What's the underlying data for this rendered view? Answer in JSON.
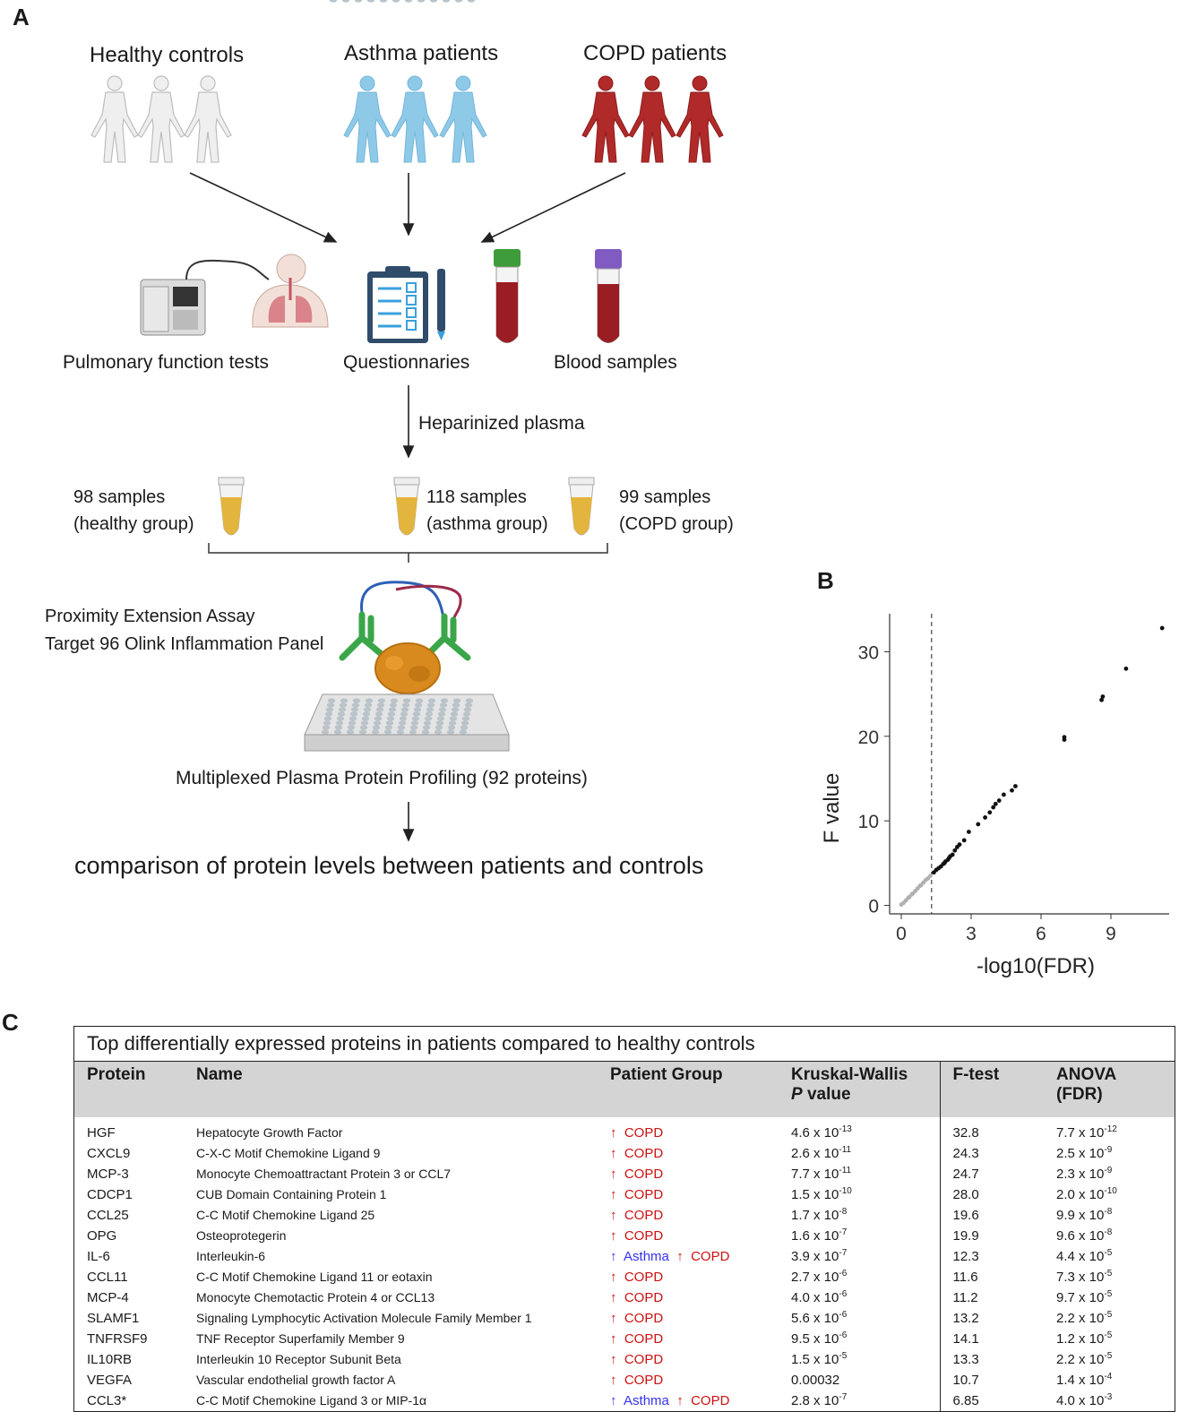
{
  "panelA": {
    "letter": "A",
    "groups": [
      {
        "label": "Healthy controls",
        "color": "#e6e6e6",
        "stroke": "#c8c8c8"
      },
      {
        "label": "Asthma patients",
        "color": "#8ec9e8",
        "stroke": "#6fb0d4"
      },
      {
        "label": "COPD patients",
        "color": "#b22c2c",
        "stroke": "#8f1e1e"
      }
    ],
    "collection": {
      "pulmonary": "Pulmonary function tests",
      "questionnaires": "Questionnaries",
      "blood": "Blood samples"
    },
    "plasma_label": "Heparinized plasma",
    "samples": [
      {
        "line1": "98 samples",
        "line2": "(healthy group)"
      },
      {
        "line1": "118 samples",
        "line2": "(asthma group)"
      },
      {
        "line1": "99 samples",
        "line2": "(COPD group)"
      }
    ],
    "assay_line1": "Proximity Extension Assay",
    "assay_line2": "Target 96 Olink Inflammation Panel",
    "profiling": "Multiplexed Plasma Protein Profiling (92 proteins)",
    "comparison": "comparison of protein levels between patients and controls"
  },
  "panelB": {
    "letter": "B"
  },
  "chart_data": {
    "type": "scatter",
    "xlabel": "-log10(FDR)",
    "ylabel": "F value",
    "xlim": [
      -0.5,
      11.5
    ],
    "ylim": [
      -1,
      34.5
    ],
    "xticks": [
      0,
      3,
      6,
      9
    ],
    "yticks": [
      0,
      10,
      20,
      30
    ],
    "threshold_x": 1.3,
    "grid": false,
    "series": [
      {
        "color": "#b0b0b0",
        "points": [
          [
            0.0,
            0.1
          ],
          [
            0.1,
            0.3
          ],
          [
            0.2,
            0.6
          ],
          [
            0.3,
            0.9
          ],
          [
            0.35,
            1.0
          ],
          [
            0.45,
            1.3
          ],
          [
            0.5,
            1.4
          ],
          [
            0.6,
            1.7
          ],
          [
            0.7,
            2.0
          ],
          [
            0.8,
            2.3
          ],
          [
            0.85,
            2.4
          ],
          [
            0.95,
            2.7
          ],
          [
            1.05,
            3.0
          ],
          [
            1.15,
            3.2
          ],
          [
            1.25,
            3.5
          ]
        ]
      },
      {
        "color": "#111111",
        "points": [
          [
            1.4,
            3.9
          ],
          [
            1.5,
            4.2
          ],
          [
            1.6,
            4.4
          ],
          [
            1.7,
            4.6
          ],
          [
            1.8,
            4.9
          ],
          [
            1.85,
            5.0
          ],
          [
            1.9,
            5.2
          ],
          [
            2.0,
            5.4
          ],
          [
            2.05,
            5.6
          ],
          [
            2.1,
            5.8
          ],
          [
            2.2,
            6.0
          ],
          [
            2.3,
            6.5
          ],
          [
            2.4,
            6.9
          ],
          [
            2.5,
            7.2
          ],
          [
            2.7,
            7.7
          ],
          [
            2.9,
            8.7
          ],
          [
            3.3,
            9.6
          ],
          [
            3.6,
            10.4
          ],
          [
            3.8,
            11.0
          ],
          [
            3.95,
            11.6
          ],
          [
            4.05,
            12.0
          ],
          [
            4.2,
            12.4
          ],
          [
            4.4,
            13.1
          ],
          [
            4.75,
            13.6
          ],
          [
            4.9,
            14.1
          ],
          [
            7.0,
            19.6
          ],
          [
            7.0,
            19.9
          ],
          [
            8.6,
            24.3
          ],
          [
            8.65,
            24.7
          ],
          [
            9.65,
            28.0
          ],
          [
            11.2,
            32.8
          ]
        ]
      }
    ]
  },
  "panelC": {
    "letter": "C",
    "caption": "Top differentially expressed proteins in patients compared to healthy controls",
    "headers": {
      "protein": "Protein",
      "name": "Name",
      "group": "Patient Group",
      "kw1": "Kruskal-Wallis",
      "kw2p": "P",
      "kw2": " value",
      "ftest": "F-test",
      "anova": "ANOVA (FDR)"
    },
    "rows": [
      {
        "protein": "HGF",
        "name": "Hepatocyte Growth Factor",
        "asthma": false,
        "kw_m": "4.6 x 10",
        "kw_e": "-13",
        "f": "32.8",
        "an_m": "7.7 x 10",
        "an_e": "-12"
      },
      {
        "protein": "CXCL9",
        "name": "C-X-C Motif Chemokine Ligand 9",
        "asthma": false,
        "kw_m": "2.6 x 10",
        "kw_e": "-11",
        "f": "24.3",
        "an_m": "2.5 x 10",
        "an_e": "-9"
      },
      {
        "protein": "MCP-3",
        "name": "Monocyte Chemoattractant Protein 3 or CCL7",
        "asthma": false,
        "kw_m": "7.7 x 10",
        "kw_e": "-11",
        "f": "24.7",
        "an_m": "2.3 x 10",
        "an_e": "-9"
      },
      {
        "protein": "CDCP1",
        "name": "CUB Domain Containing Protein 1",
        "asthma": false,
        "kw_m": "1.5 x 10",
        "kw_e": "-10",
        "f": "28.0",
        "an_m": "2.0 x 10",
        "an_e": "-10"
      },
      {
        "protein": "CCL25",
        "name": "C-C Motif Chemokine Ligand 25",
        "asthma": false,
        "kw_m": "1.7 x 10",
        "kw_e": "-8",
        "f": "19.6",
        "an_m": "9.9 x 10",
        "an_e": "-8"
      },
      {
        "protein": "OPG",
        "name": "Osteoprotegerin",
        "asthma": false,
        "kw_m": "1.6 x 10",
        "kw_e": "-7",
        "f": "19.9",
        "an_m": "9.6 x 10",
        "an_e": "-8"
      },
      {
        "protein": "IL-6",
        "name": "Interleukin-6",
        "asthma": true,
        "kw_m": "3.9 x 10",
        "kw_e": "-7",
        "f": "12.3",
        "an_m": "4.4 x 10",
        "an_e": "-5"
      },
      {
        "protein": "CCL11",
        "name": "C-C Motif Chemokine Ligand 11 or eotaxin",
        "asthma": false,
        "kw_m": "2.7 x 10",
        "kw_e": "-6",
        "f": "11.6",
        "an_m": "7.3 x 10",
        "an_e": "-5"
      },
      {
        "protein": "MCP-4",
        "name": "Monocyte Chemotactic Protein 4 or CCL13",
        "asthma": false,
        "kw_m": "4.0 x 10",
        "kw_e": "-6",
        "f": "11.2",
        "an_m": "9.7 x 10",
        "an_e": "-5"
      },
      {
        "protein": "SLAMF1",
        "name": "Signaling Lymphocytic Activation Molecule Family Member 1",
        "asthma": false,
        "kw_m": "5.6 x 10",
        "kw_e": "-6",
        "f": "13.2",
        "an_m": "2.2 x 10",
        "an_e": "-5"
      },
      {
        "protein": "TNFRSF9",
        "name": "TNF Receptor Superfamily Member 9",
        "asthma": false,
        "kw_m": "9.5 x 10",
        "kw_e": "-6",
        "f": "14.1",
        "an_m": "1.2 x 10",
        "an_e": "-5"
      },
      {
        "protein": "IL10RB",
        "name": "Interleukin 10 Receptor Subunit Beta",
        "asthma": false,
        "kw_m": "1.5 x 10",
        "kw_e": "-5",
        "f": "13.3",
        "an_m": "2.2 x 10",
        "an_e": "-5"
      },
      {
        "protein": "VEGFA",
        "name": "Vascular endothelial growth factor A",
        "asthma": false,
        "kw_m": "0.00032",
        "kw_e": "",
        "f": "10.7",
        "an_m": "1.4 x 10",
        "an_e": "-4"
      },
      {
        "protein": "CCL3*",
        "name": "C-C Motif Chemokine Ligand 3 or MIP-1α",
        "asthma": true,
        "kw_m": "2.8 x 10",
        "kw_e": "-7",
        "f": "6.85",
        "an_m": "4.0 x 10",
        "an_e": "-3"
      }
    ],
    "arrow": "↑",
    "asthma_label": "Asthma",
    "copd_label": "COPD",
    "colors": {
      "copd": "#cc1111",
      "asthma": "#3333ee",
      "header_bg": "#d4d4d4"
    }
  }
}
